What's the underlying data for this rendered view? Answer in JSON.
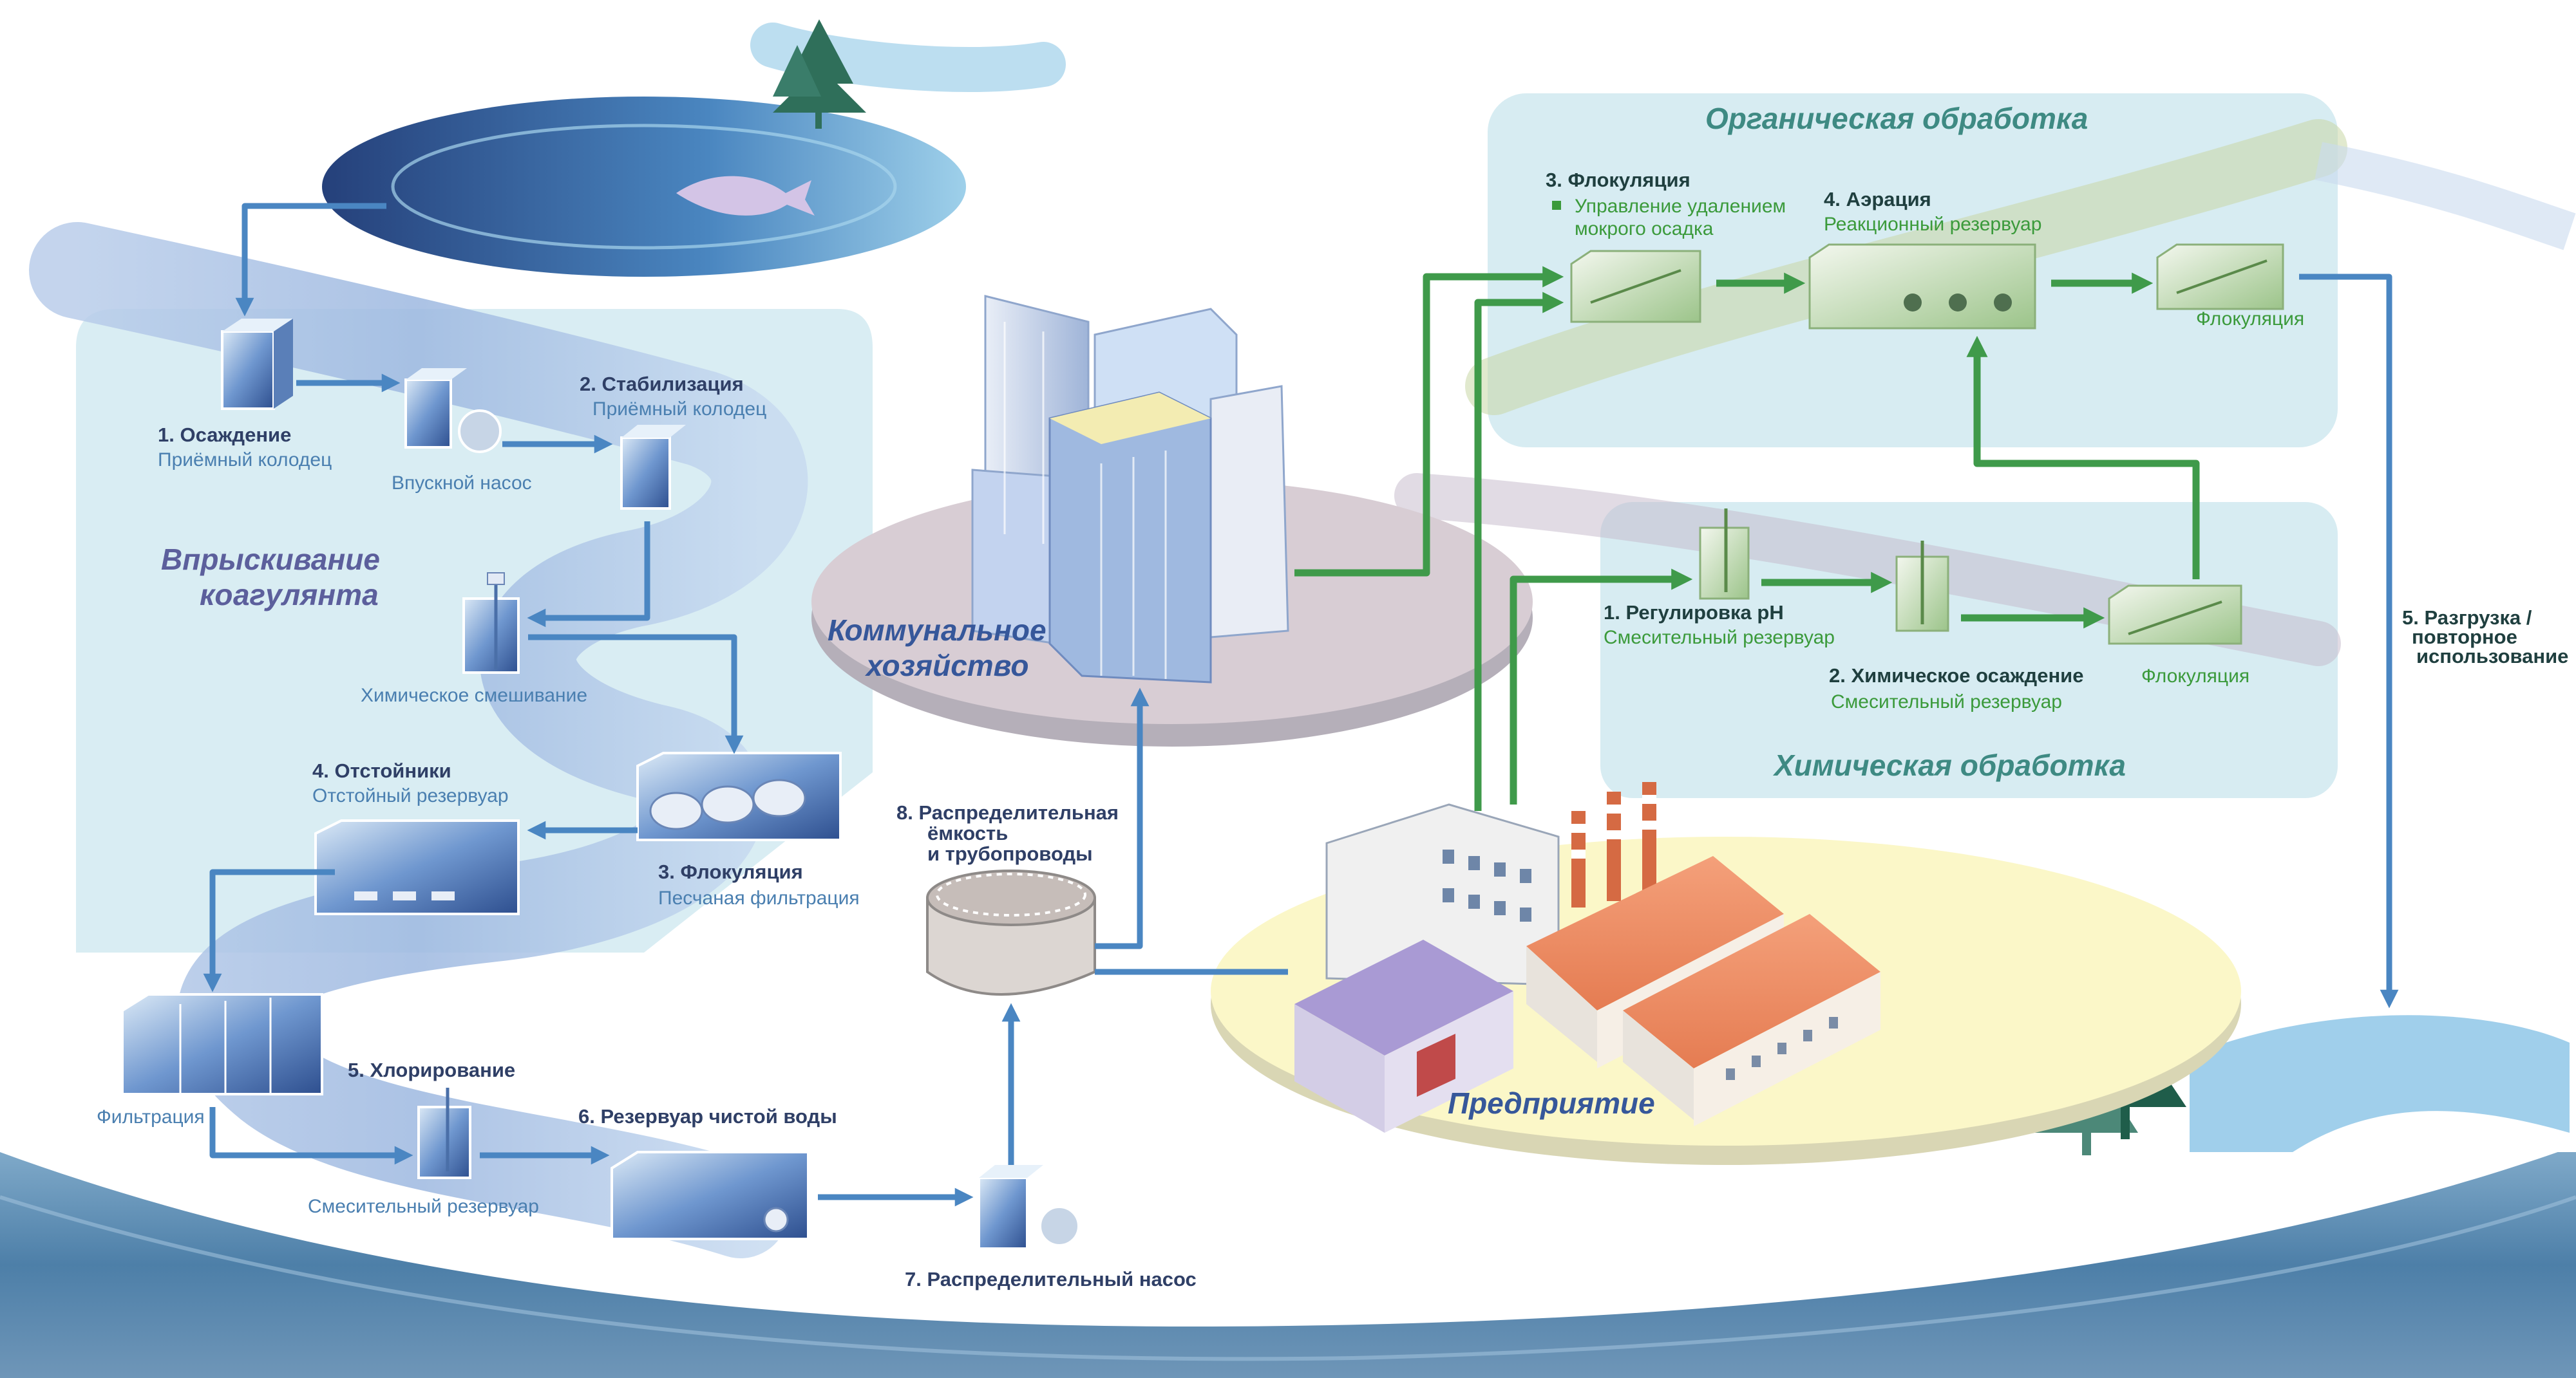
{
  "titles": {
    "coagulant_line1": "Впрыскивание",
    "coagulant_line2": "коагулянта",
    "municipal_line1": "Коммунальное",
    "municipal_line2": "хозяйство",
    "enterprise": "Предприятие",
    "organic": "Органическая обработка",
    "chemical": "Химическая обработка"
  },
  "water_steps": {
    "s1_title": "1. Осаждение",
    "s1_sub": "Приёмный колодец",
    "intake_pump": "Впускной насос",
    "s2_title": "2. Стабилизация",
    "s2_sub": "Приёмный колодец",
    "chem_mixing": "Химическое смешивание",
    "s4_title": "4. Отстойники",
    "s4_sub": "Отстойный резервуар",
    "s3_title": "3. Флокуляция",
    "s3_sub": "Песчаная фильтрация",
    "filtration": "Фильтрация",
    "s5_title": "5. Хлорирование",
    "s5_sub": "Смесительный резервуар",
    "s6_title": "6. Резервуар чистой воды",
    "s7_title": "7. Распределительный насос",
    "s8_line1": "8. Распределительная",
    "s8_line2": "ёмкость",
    "s8_line3": "и трубопроводы"
  },
  "organic_steps": {
    "floc_title": "3. Флокуляция",
    "floc_sub1": "Управление удалением",
    "floc_sub2": "мокрого осадка",
    "aer_title": "4. Аэрация",
    "aer_sub": "Реакционный резервуар",
    "floc2": "Флокуляция"
  },
  "chemical_steps": {
    "ph_title": "1. Регулировка pH",
    "ph_sub": "Смесительный резервуар",
    "prec_title": "2. Химическое осаждение",
    "prec_sub": "Смесительный резервуар",
    "floc": "Флокуляция"
  },
  "discharge": {
    "line1": "5. Разгрузка /",
    "line2": "повторное",
    "line3": "использование"
  },
  "colors": {
    "water_flow": "#4a86c2",
    "treatment_flow": "#3f9a4a",
    "panel_fill": "#d7ecf2",
    "organic_title": "#3e8a83",
    "coagulant_title": "#5c5f9c"
  }
}
